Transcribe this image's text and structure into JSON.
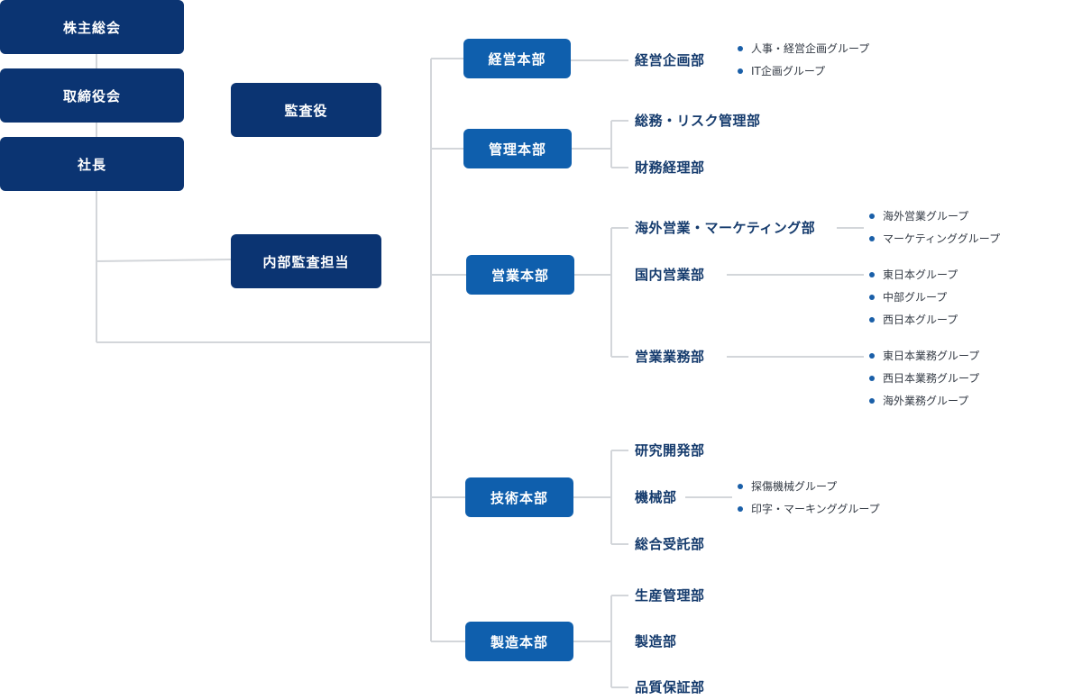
{
  "top": {
    "shareholders": "株主総会",
    "board": "取締役会",
    "president": "社長",
    "auditor": "監査役",
    "internal_audit": "内部監査担当"
  },
  "divisions": [
    {
      "name": "経営本部",
      "departments": [
        {
          "name": "経営企画部",
          "groups": [
            "人事・経営企画グループ",
            "IT企画グループ"
          ]
        }
      ]
    },
    {
      "name": "管理本部",
      "departments": [
        {
          "name": "総務・リスク管理部",
          "groups": []
        },
        {
          "name": "財務経理部",
          "groups": []
        }
      ]
    },
    {
      "name": "営業本部",
      "departments": [
        {
          "name": "海外営業・マーケティング部",
          "groups": [
            "海外営業グループ",
            "マーケティンググループ"
          ]
        },
        {
          "name": "国内営業部",
          "groups": [
            "東日本グループ",
            "中部グループ",
            "西日本グループ"
          ]
        },
        {
          "name": "営業業務部",
          "groups": [
            "東日本業務グループ",
            "西日本業務グループ",
            "海外業務グループ"
          ]
        }
      ]
    },
    {
      "name": "技術本部",
      "departments": [
        {
          "name": "研究開発部",
          "groups": []
        },
        {
          "name": "機械部",
          "groups": [
            "探傷機械グループ",
            "印字・マーキンググループ"
          ]
        },
        {
          "name": "総合受託部",
          "groups": []
        }
      ]
    },
    {
      "name": "製造本部",
      "departments": [
        {
          "name": "生産管理部",
          "groups": []
        },
        {
          "name": "製造部",
          "groups": []
        },
        {
          "name": "品質保証部",
          "groups": []
        }
      ]
    }
  ],
  "colors": {
    "top_box": "#0b3472",
    "division_box": "#0f5fad",
    "department_text": "#153b6d",
    "line": "#d3d6da",
    "bullet": "#1a5fa8"
  }
}
